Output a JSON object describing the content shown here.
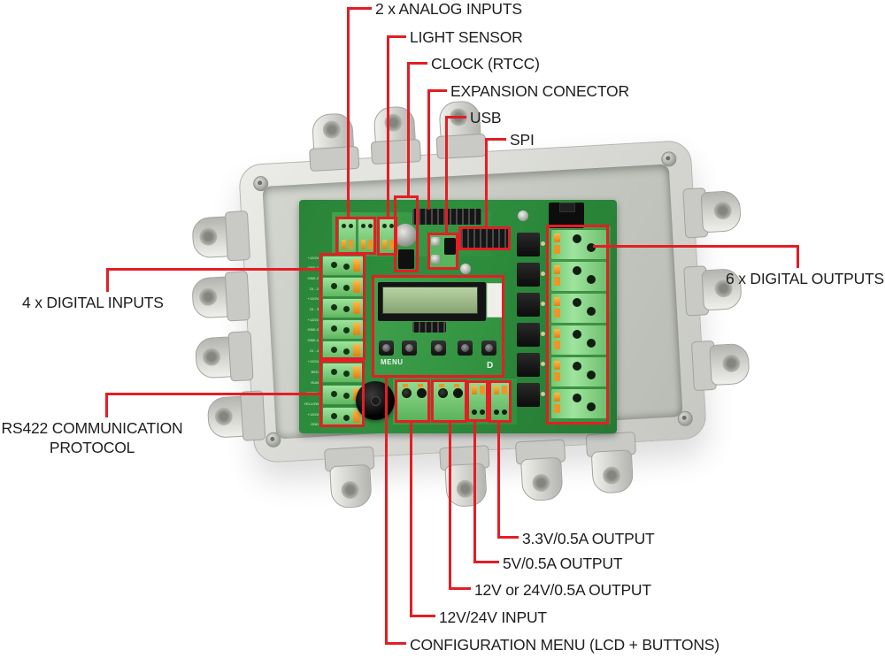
{
  "annotations": {
    "t1": "2 x ANALOG INPUTS",
    "t2": "LIGHT SENSOR",
    "t3": "CLOCK (RTCC)",
    "t4": "EXPANSION CONECTOR",
    "t5": "USB",
    "t6": "SPI",
    "right1": "6 x DIGITAL OUTPUTS",
    "l1": "4 x DIGITAL INPUTS",
    "l2a": "RS422 COMMUNICATION",
    "l2b": "PROTOCOL",
    "b1": "CONFIGURATION MENU (LCD + BUTTONS)",
    "b2": "12V/24V INPUT",
    "b3": "12V or 24V/0.5A OUTPUT",
    "b4": "5V/0.5A OUTPUT",
    "b5": "3.3V/0.5A OUTPUT"
  },
  "pcb": {
    "menu_label": "MENU",
    "logo_mark": "D",
    "pin_labels": [
      "+12/24",
      "GND-1",
      "GND-2",
      "DI - 2",
      "+12/24",
      "DI - 3",
      "+12/24",
      "GND-3",
      "GND-4",
      "DI - 4",
      "+12/24",
      "RED",
      "RUN",
      "GREEN",
      "YELLOW",
      "+12/24",
      "GND"
    ]
  },
  "colors": {
    "annotation_red": "#e31e24",
    "label_text": "#1f1d1d",
    "pcb_green": "#2e8f3e",
    "terminal_green": "#8bd88b",
    "terminal_orange": "#f59b1e",
    "enclosure_gray": "#dadbd6"
  }
}
